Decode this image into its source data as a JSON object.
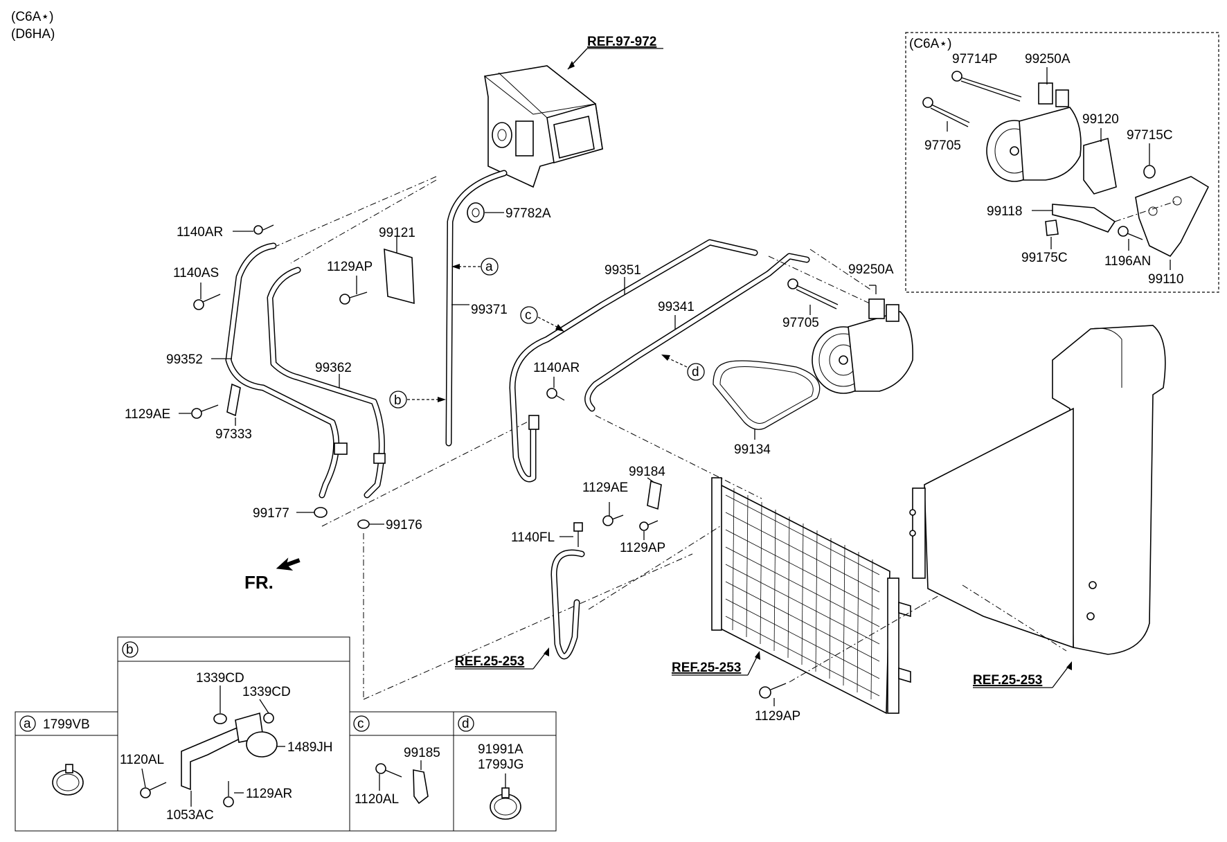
{
  "header": {
    "variant1": "(C6A⋆)",
    "variant2": "(D6HA)"
  },
  "direction": {
    "label": "FR."
  },
  "refs": {
    "evaporator": "REF.97-972",
    "hose": "REF.25-253",
    "condenser": "REF.25-253",
    "radiator": "REF.25-253"
  },
  "callouts": {
    "a": "a",
    "b": "b",
    "c": "c",
    "d": "d"
  },
  "parts": {
    "p97782A": "97782A",
    "p1140AR_left": "1140AR",
    "p1140AS": "1140AS",
    "p99121": "99121",
    "p1129AP_left": "1129AP",
    "p99352": "99352",
    "p99362": "99362",
    "p1129AE_left": "1129AE",
    "p97333": "97333",
    "p99177": "99177",
    "p99176": "99176",
    "p99371": "99371",
    "p99351": "99351",
    "p99341": "99341",
    "p1140AR_mid": "1140AR",
    "p99250A": "99250A",
    "p97705": "97705",
    "p99134": "99134",
    "p99184": "99184",
    "p1129AE_mid": "1129AE",
    "p1129AP_mid": "1129AP",
    "p1140FL": "1140FL",
    "p1129AP_bottom": "1129AP"
  },
  "inset": {
    "title": "(C6A⋆)",
    "p97714P": "97714P",
    "p99250A": "99250A",
    "p97705": "97705",
    "p99120": "99120",
    "p97715C": "97715C",
    "p99118": "99118",
    "p99175C": "99175C",
    "p1196AN": "1196AN",
    "p99110": "99110"
  },
  "table": {
    "a": {
      "key": "a",
      "part": "1799VB"
    },
    "b": {
      "key": "b",
      "p1339CD_1": "1339CD",
      "p1339CD_2": "1339CD",
      "p1489JH": "1489JH",
      "p1120AL": "1120AL",
      "p1129AR": "1129AR",
      "p1053AC": "1053AC"
    },
    "c": {
      "key": "c",
      "p99185": "99185",
      "p1120AL": "1120AL"
    },
    "d": {
      "key": "d",
      "p91991A": "91991A",
      "p1799JG": "1799JG"
    }
  }
}
